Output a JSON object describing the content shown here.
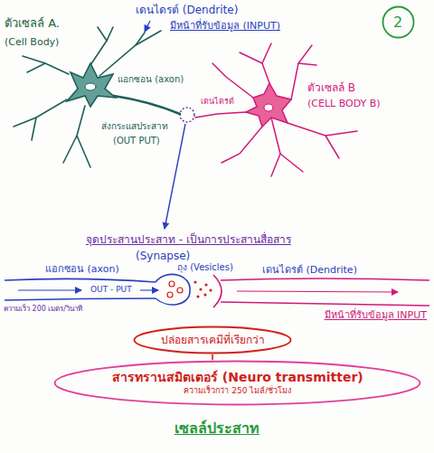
{
  "diagram": {
    "caption": "เซลล์ประสาท",
    "nodes": [
      {
        "text": [
          "2"
        ]
      },
      {
        "text": [
          "ปล่อยสารเคมีที่เรียกว่า"
        ]
      },
      {
        "text": [
          "สารทรานสมิตเตอร์ (Neuro transmitter)",
          "ความเร็วกว่า 250 ไมล์/ชั่วโมง"
        ]
      }
    ],
    "edges": [
      {
        "from": 1,
        "to": 2,
        "arrow": "none"
      }
    ],
    "labels": [
      "ตัวเซลล์ A.",
      "(Cell Body)",
      "เดนไดรต์ (Dendrite)",
      "มีหน้าที่รับข้อมูล (INPUT)",
      "แอกซอน (axon)",
      "ส่งกระแสประสาท",
      "(OUT PUT)",
      "เดนไดรต์",
      "ตัวเซลล์ B",
      "(CELL BODY B)",
      "จุดประสานประสาท - เป็นการประสานสื่อสาร",
      "(Synapse)",
      "แอกซอน (axon)",
      "ความเร็ว 200 เมตร/วินาที",
      "OUT - PUT",
      "ถุง (Vesicles)",
      "เดนไดรต์ (Dendrite)",
      "มีหน้าที่รับข้อมูล INPUT"
    ]
  }
}
